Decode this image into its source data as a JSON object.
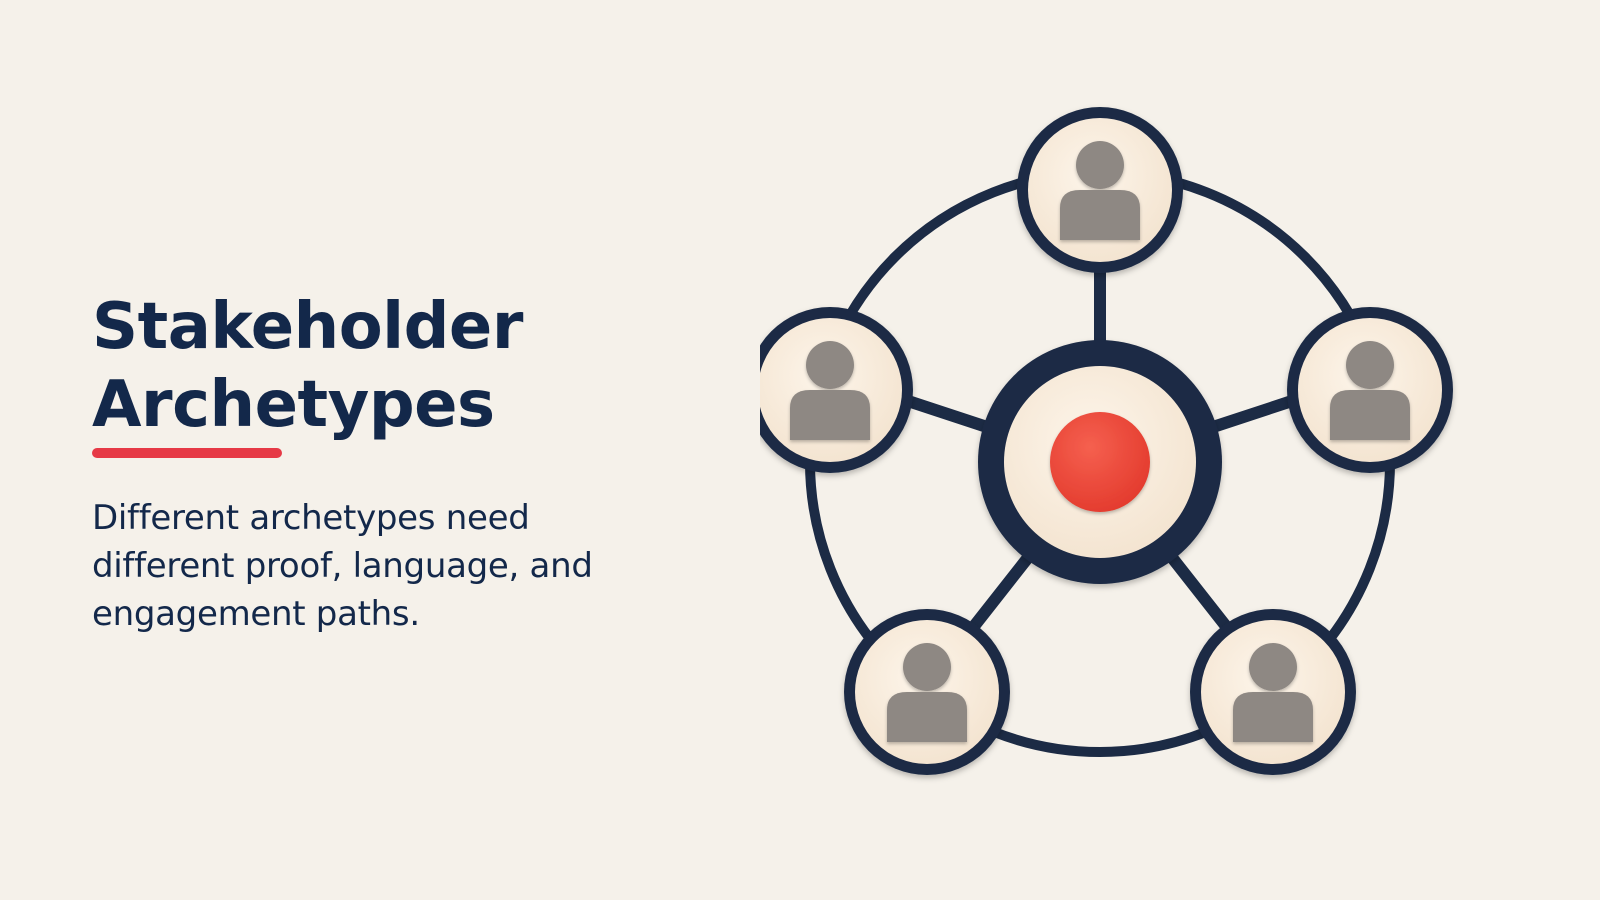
{
  "slide": {
    "title_line1": "Stakeholder",
    "title_line2": "Archetypes",
    "subtitle": "Different archetypes need different proof, language, and engagement paths."
  },
  "diagram": {
    "hub_icon": "red-dot-icon",
    "node_icon": "person-icon",
    "node_count": 5
  },
  "colors": {
    "background": "#f5f1ea",
    "navy": "#13284a",
    "accent": "#e63946",
    "node_fill": "#f9ecdd",
    "person": "#8e8883",
    "hub_dot": "#ee4135"
  }
}
